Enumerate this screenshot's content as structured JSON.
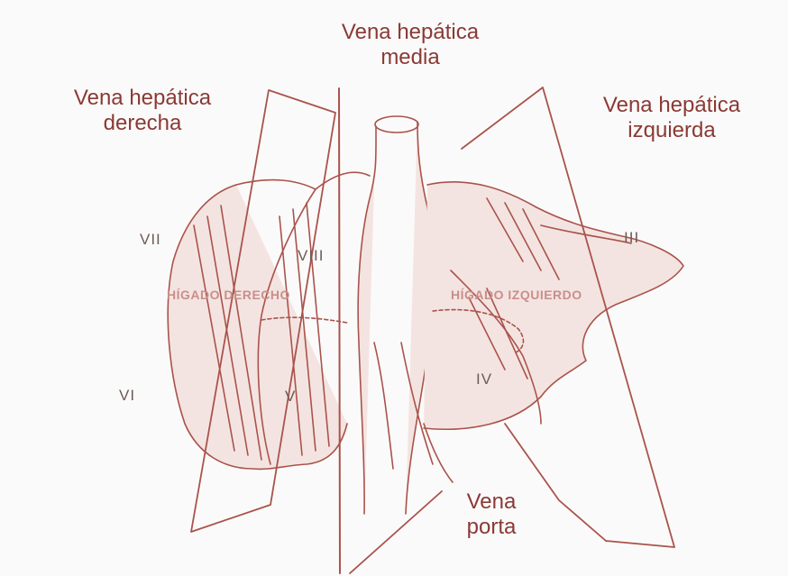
{
  "labels": {
    "middle_hepatic_vein": [
      "Vena hepática",
      "media"
    ],
    "right_hepatic_vein": [
      "Vena hepática",
      "derecha"
    ],
    "left_hepatic_vein": [
      "Vena hepática",
      "izquierda"
    ],
    "portal_vein": [
      "Vena",
      "porta"
    ]
  },
  "segments": {
    "vii": "VII",
    "viii": "VIII",
    "iii": "III",
    "vi": "VI",
    "v": "V",
    "iv": "IV"
  },
  "regions": {
    "right_liver": "HÍGADO DERECHO",
    "left_liver": "HÍGADO IZQUIERDO"
  },
  "colors": {
    "stroke": "#a9534b",
    "label_text": "#8a3a34",
    "segment_text": "#6e5a57",
    "region_text": "#c98f8a",
    "fill": "#f4e4e1"
  }
}
